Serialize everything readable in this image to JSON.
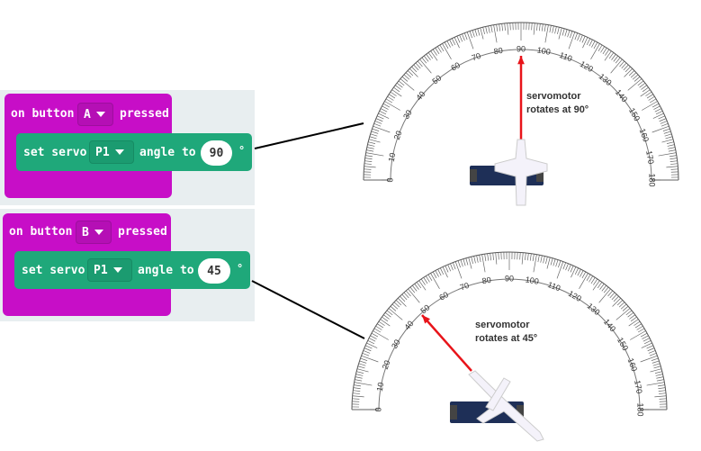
{
  "blocks": [
    {
      "event_label": "on button",
      "button": "A",
      "pressed_label": "pressed",
      "servo_label": "set servo",
      "pin": "P1",
      "angle_label": "angle to",
      "angle_value": "90",
      "degree_symbol": "°"
    },
    {
      "event_label": "on button",
      "button": "B",
      "pressed_label": "pressed",
      "servo_label": "set servo",
      "pin": "P1",
      "angle_label": "angle to",
      "angle_value": "45",
      "degree_symbol": "°"
    }
  ],
  "protractors": [
    {
      "annotation_line1": "servomotor",
      "annotation_line2": "rotates at 90°",
      "servo_angle_deg": 90,
      "scale_labels": [
        "0",
        "10",
        "20",
        "30",
        "40",
        "50",
        "60",
        "70",
        "80",
        "90",
        "100",
        "110",
        "120",
        "130",
        "140",
        "150",
        "160",
        "170",
        "180"
      ]
    },
    {
      "annotation_line1": "servomotor",
      "annotation_line2": "rotates at 45°",
      "servo_angle_deg": 45,
      "scale_labels": [
        "0",
        "10",
        "20",
        "30",
        "40",
        "50",
        "60",
        "70",
        "80",
        "90",
        "100",
        "110",
        "120",
        "130",
        "140",
        "150",
        "160",
        "170",
        "180"
      ]
    }
  ],
  "colors": {
    "event_block": "#c70ec7",
    "servo_block": "#1fa87a",
    "arrow": "#e8141a",
    "connector": "#000000"
  }
}
